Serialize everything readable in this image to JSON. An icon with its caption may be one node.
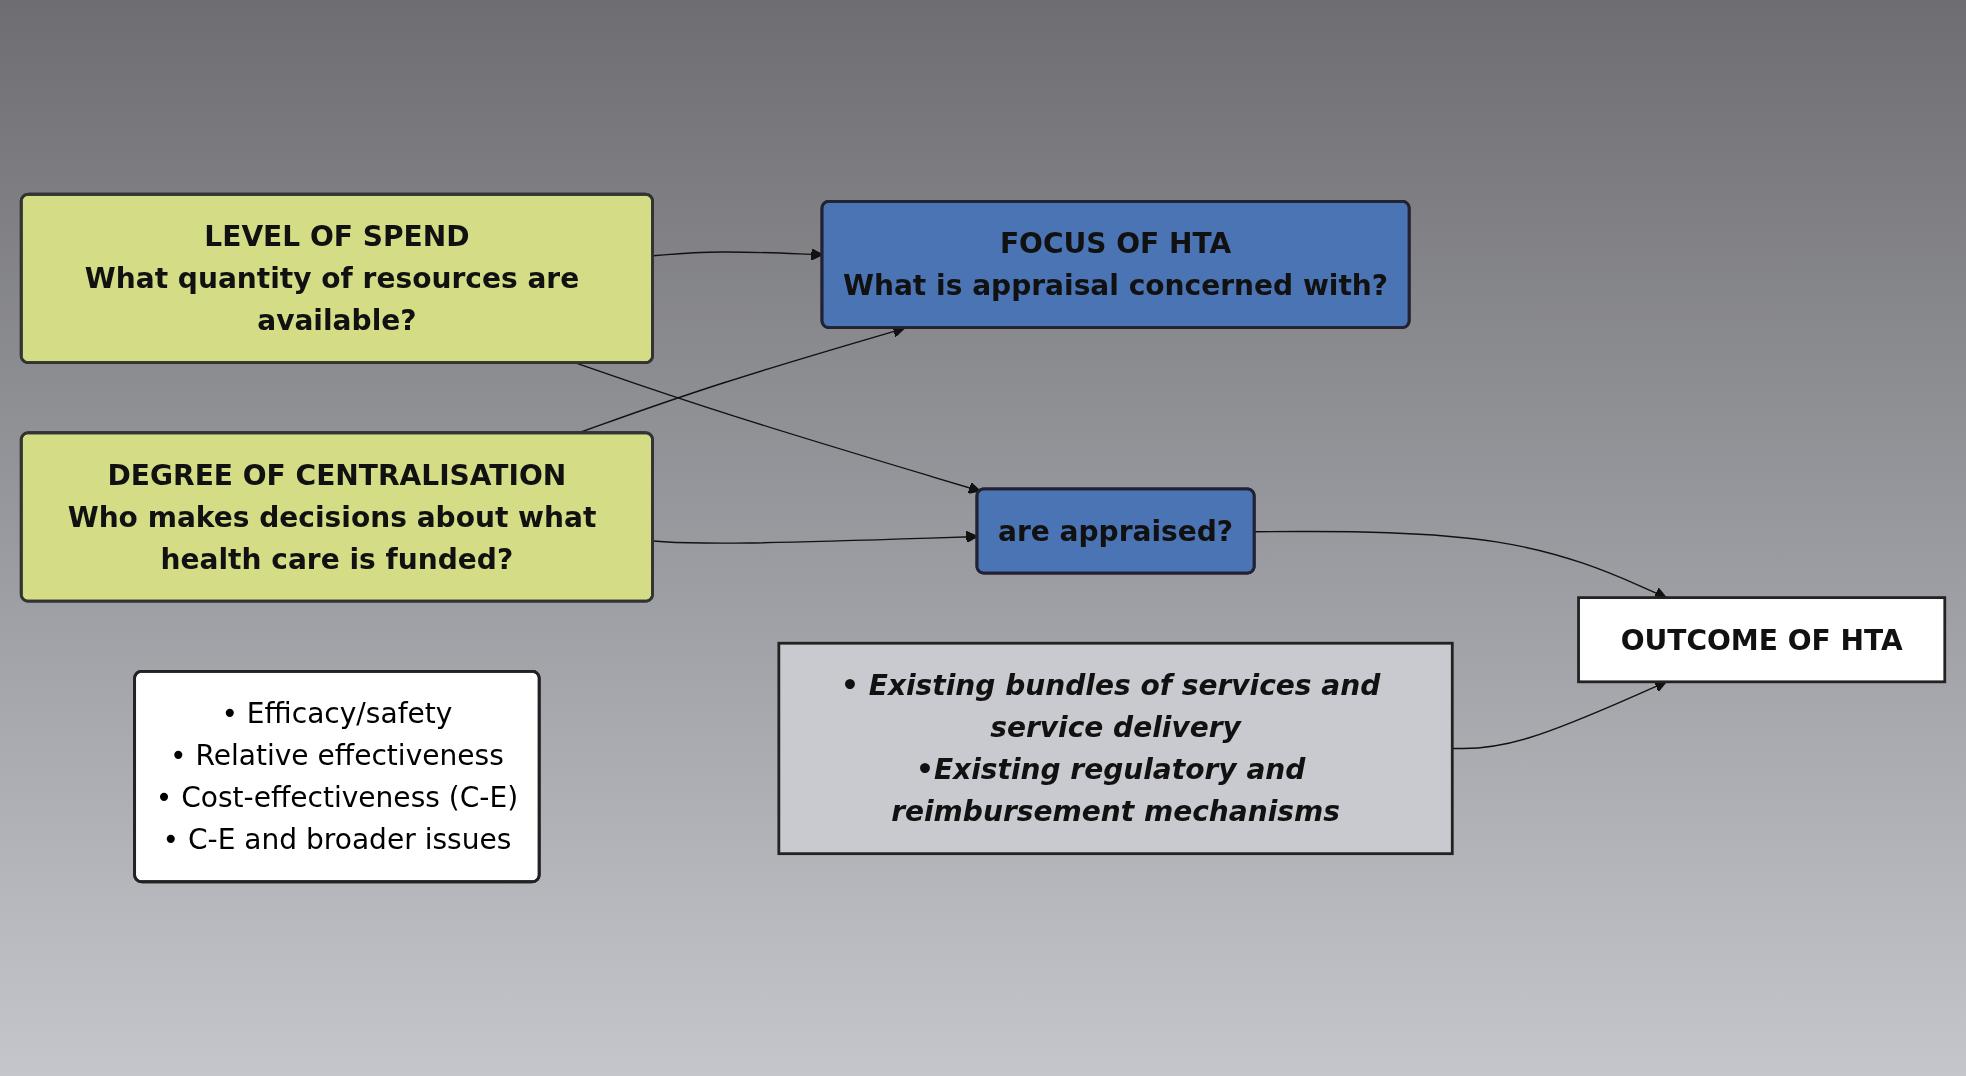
{
  "diagram": {
    "nodes": [
      {
        "text": [
          "LEVEL OF SPEND",
          "What quantity of resources are available?"
        ]
      },
      {
        "text": [
          "DEGREE OF CENTRALISATION",
          "Who makes decisions about what health care is funded?"
        ]
      },
      {
        "text": [
          "FOCUS OF HTA",
          "What is appraisal concerned with?"
        ]
      },
      {
        "text": [
          "are appraised?"
        ]
      },
      {
        "text": [
          "OUTCOME OF HTA"
        ]
      },
      {
        "text": [
          "• Existing bundles of services and service delivery",
          "•Existing regulatory and reimbursement mechanisms"
        ]
      },
      {
        "text": [
          "• Efficacy/safety",
          "• Relative effectiveness",
          "• Cost-effectiveness (C-E)",
          "• C-E and broader issues"
        ]
      }
    ],
    "edges": [
      {
        "from": 0,
        "to": 2,
        "arrow": "to"
      },
      {
        "from": 0,
        "to": 3,
        "arrow": "to"
      },
      {
        "from": 1,
        "to": 2,
        "arrow": "to"
      },
      {
        "from": 1,
        "to": 3,
        "arrow": "to"
      },
      {
        "from": 3,
        "to": 4,
        "arrow": "to"
      },
      {
        "from": 5,
        "to": 4,
        "arrow": "to"
      }
    ]
  }
}
